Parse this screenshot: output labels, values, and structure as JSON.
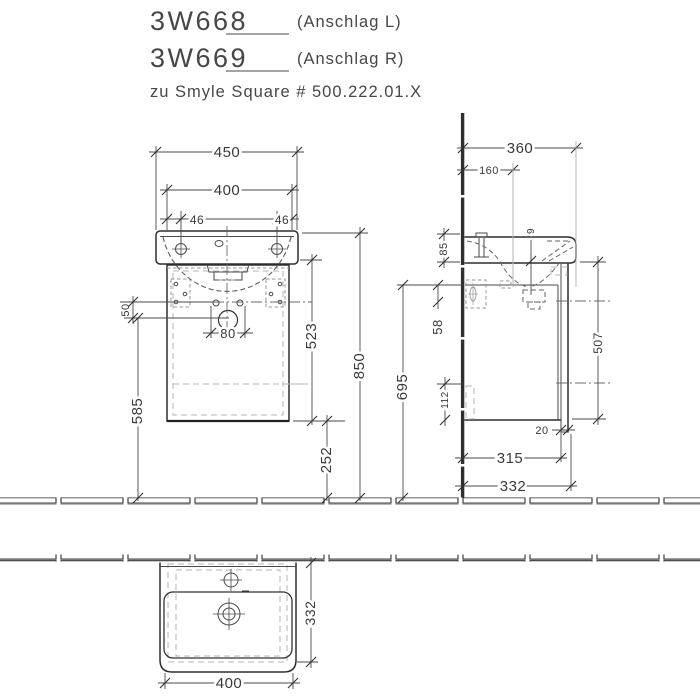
{
  "title": {
    "article_left": "3W668",
    "article_left_note": "(Anschlag L)",
    "article_right": "3W669",
    "article_right_note": "(Anschlag R)",
    "reference": "zu Smyle Square # 500.222.01.X"
  },
  "front_view": {
    "basin_width": "450",
    "cabinet_width": "400",
    "fixing_left": "46",
    "fixing_right": "46",
    "hole_offset": "50",
    "hole_spacing": "80",
    "body_height": "523",
    "outlet_height": "585",
    "total_height": "850",
    "floor_clearance": "252"
  },
  "side_view": {
    "basin_depth": "360",
    "tap_hole_offset": "160",
    "basin_edge_height": "85",
    "hinge_offset": "58",
    "front_edge": "9",
    "door_height": "507",
    "carcass_height": "695",
    "bottom_recess": "112",
    "door_thickness": "20",
    "carcass_depth": "315",
    "total_depth": "332"
  },
  "bottom_view": {
    "basin_depth": "332",
    "basin_width": "400"
  },
  "colors": {
    "line_dark": "#2e2e2e",
    "line_mid": "#555555",
    "line_light": "#b5b5b5",
    "text": "#3a3a3a"
  }
}
